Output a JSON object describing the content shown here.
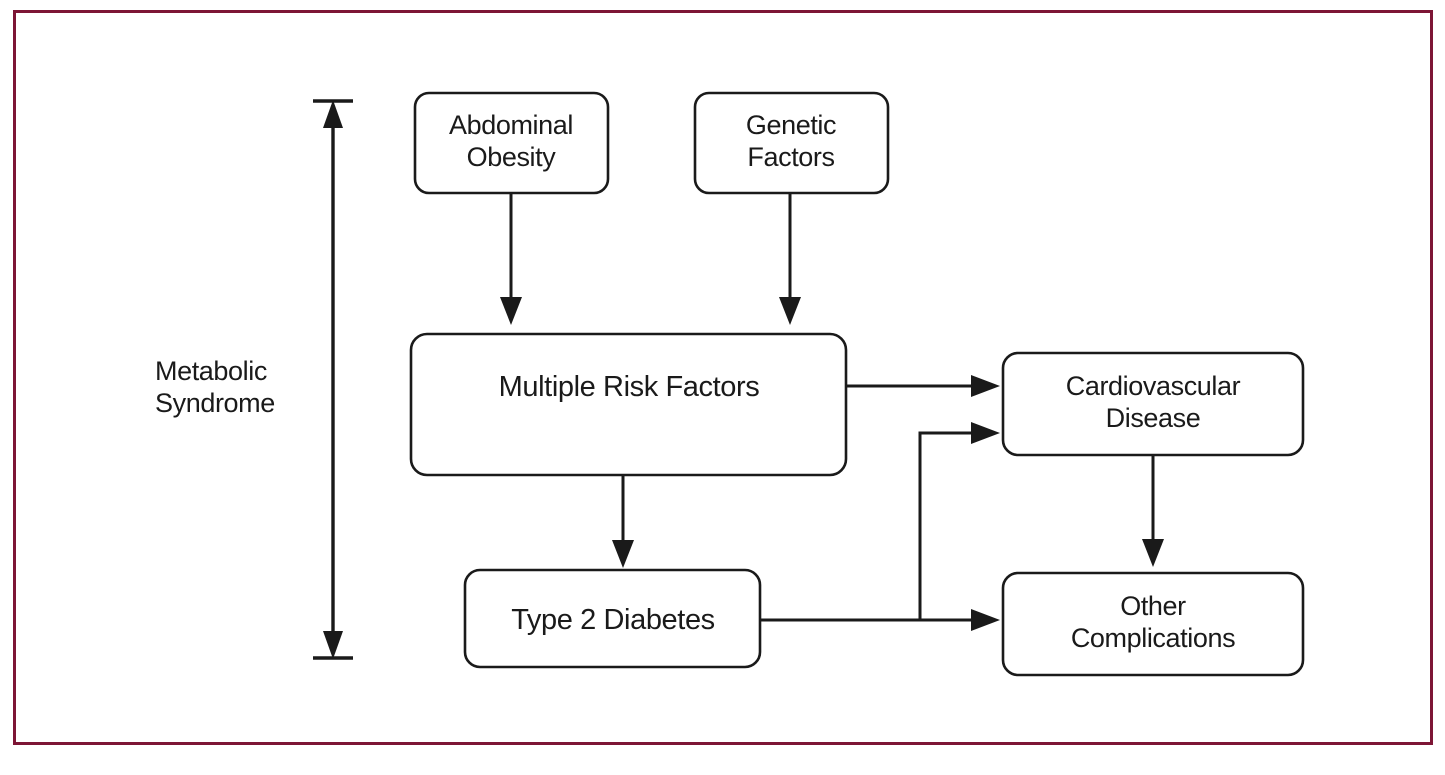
{
  "figure": {
    "border_color": "#7d1535",
    "line_color": "#1a1a1a",
    "background": "#ffffff",
    "title": "Metabolic Syndrome pathway diagram"
  },
  "bracket": {
    "label_line1": "Metabolic",
    "label_line2": "Syndrome",
    "orientation": "vertical",
    "double_headed": true
  },
  "nodes": [
    {
      "id": "abdominal-obesity",
      "line1": "Abdominal",
      "line2": "Obesity",
      "lines": 2
    },
    {
      "id": "genetic-factors",
      "line1": "Genetic",
      "line2": "Factors",
      "lines": 2
    },
    {
      "id": "multiple-risk-factors",
      "line1": "Multiple Risk Factors",
      "line2": "",
      "lines": 1
    },
    {
      "id": "type-2-diabetes",
      "line1": "Type 2 Diabetes",
      "line2": "",
      "lines": 1
    },
    {
      "id": "cardiovascular-disease",
      "line1": "Cardiovascular",
      "line2": "Disease",
      "lines": 2
    },
    {
      "id": "other-complications",
      "line1": "Other",
      "line2": "Complications",
      "lines": 2
    }
  ],
  "edges": [
    {
      "id": "obesity-to-risk",
      "from": "abdominal-obesity",
      "to": "multiple-risk-factors",
      "shape": "vertical"
    },
    {
      "id": "genetic-to-risk",
      "from": "genetic-factors",
      "to": "multiple-risk-factors",
      "shape": "vertical"
    },
    {
      "id": "risk-to-cvd",
      "from": "multiple-risk-factors",
      "to": "cardiovascular-disease",
      "shape": "horizontal"
    },
    {
      "id": "risk-to-diabetes",
      "from": "multiple-risk-factors",
      "to": "type-2-diabetes",
      "shape": "vertical"
    },
    {
      "id": "diabetes-to-other",
      "from": "type-2-diabetes",
      "to": "other-complications",
      "shape": "horizontal"
    },
    {
      "id": "diabetes-to-cvd",
      "from": "type-2-diabetes",
      "to": "cardiovascular-disease",
      "shape": "elbow"
    },
    {
      "id": "cvd-to-other",
      "from": "cardiovascular-disease",
      "to": "other-complications",
      "shape": "vertical"
    }
  ]
}
